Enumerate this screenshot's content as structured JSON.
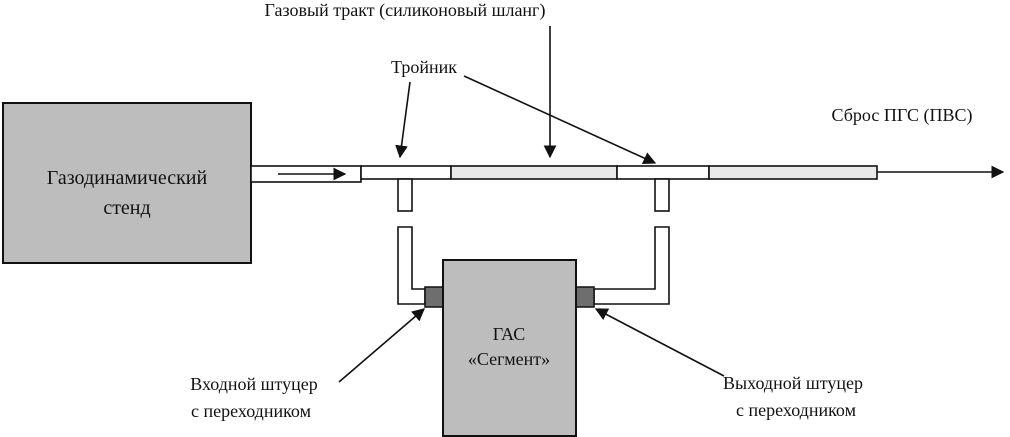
{
  "labels": {
    "gas_path": "Газовый тракт (силиконовый шланг)",
    "tee": "Тройник",
    "discharge": "Сброс ПГС (ПВС)",
    "stand_line1": "Газодинамический",
    "stand_line2": "стенд",
    "device_line1": "ГАС",
    "device_line2": "«Сегмент»",
    "inlet_line1": "Входной штуцер",
    "inlet_line2": "с переходником",
    "outlet_line1": "Выходной штуцер",
    "outlet_line2": "с переходником"
  },
  "colors": {
    "box_fill": "#bdbdbd",
    "fitting_fill": "#6e6e6e",
    "stroke": "#111111"
  }
}
